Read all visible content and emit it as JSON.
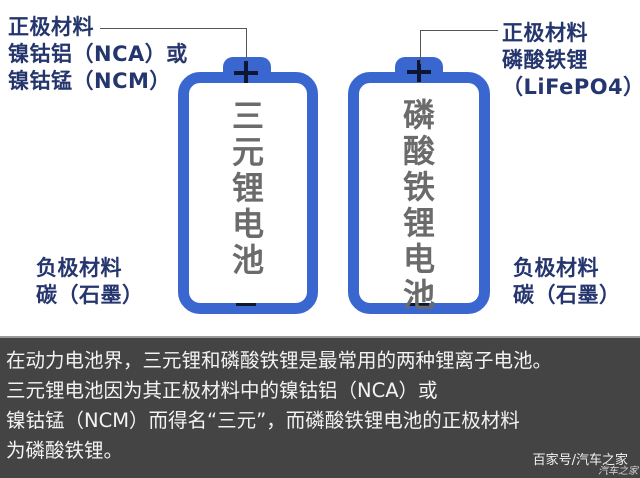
{
  "left_battery": {
    "name": "三元锂电池",
    "chars": [
      "三",
      "元",
      "锂",
      "电",
      "池"
    ],
    "positive_label": {
      "lines": [
        "正极材料",
        "镍钴铝（NCA）或",
        "镍钴锰（NCM）"
      ]
    },
    "negative_label": {
      "lines": [
        "负极材料",
        "碳（石墨）"
      ]
    }
  },
  "right_battery": {
    "name": "磷酸铁锂电池",
    "chars": [
      "磷",
      "酸",
      "铁",
      "锂",
      "电",
      "池"
    ],
    "positive_label": {
      "lines": [
        "正极材料",
        "磷酸铁锂",
        "（LiFePO4）"
      ]
    },
    "negative_label": {
      "lines": [
        "负极材料",
        "碳（石墨）"
      ]
    }
  },
  "terminals": {
    "positive_symbol": "+",
    "negative_symbol": "−"
  },
  "caption": {
    "lines": [
      "在动力电池界，三元锂和磷酸铁锂是最常用的两种锂离子电池。",
      "三元锂电池因为其正极材料中的镍钴铝（NCA）或",
      "镍钴锰（NCM）而得名“三元”，而磷酸铁锂电池的正极材料",
      "为磷酸铁锂。"
    ]
  },
  "watermark": {
    "source": "百家号/汽车之家",
    "logo_text": "汽车之家"
  },
  "colors": {
    "battery_blue": "#3a66d0",
    "label_navy": "#25366e",
    "battery_text_gray": "#6b6b6b",
    "caption_bg": "#444444",
    "caption_text": "#f2f2f2",
    "terminal_black": "#0d1733"
  }
}
